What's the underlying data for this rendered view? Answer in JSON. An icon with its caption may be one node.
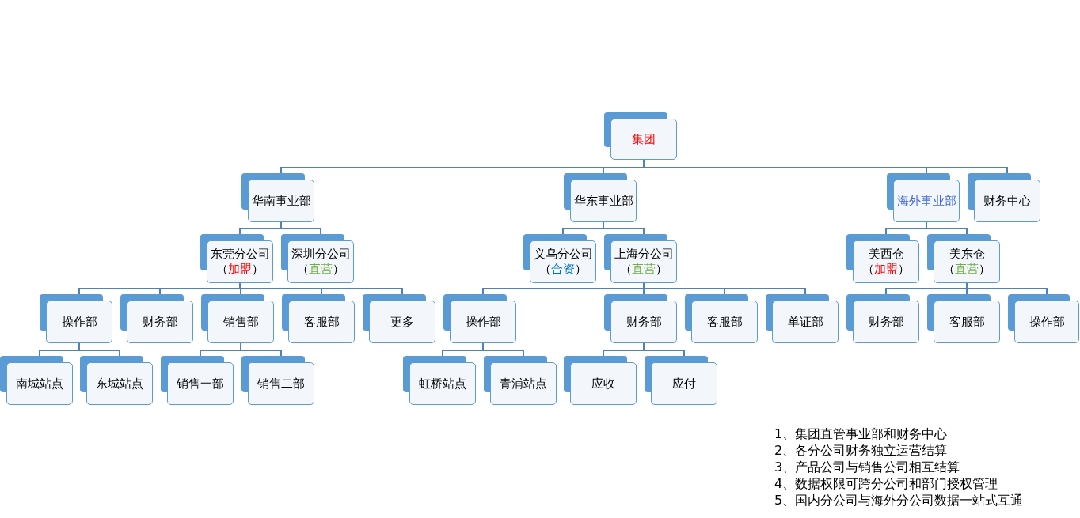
{
  "diagram": {
    "nodes": [
      {
        "text": [
          "集团"
        ]
      },
      {
        "text": [
          "华南事业部"
        ]
      },
      {
        "text": [
          "东莞分公司（",
          "加盟",
          "）"
        ]
      },
      {
        "text": [
          "深圳分公司（",
          "直营",
          "）"
        ]
      },
      {
        "text": [
          "操作部"
        ]
      },
      {
        "text": [
          "财务部"
        ]
      },
      {
        "text": [
          "销售部"
        ]
      },
      {
        "text": [
          "客服部"
        ]
      },
      {
        "text": [
          "更多"
        ]
      },
      {
        "text": [
          "南城站点"
        ]
      },
      {
        "text": [
          "东城站点"
        ]
      },
      {
        "text": [
          "销售一部"
        ]
      },
      {
        "text": [
          "销售二部"
        ]
      },
      {
        "text": [
          "华东事业部"
        ]
      },
      {
        "text": [
          "义乌分公司（",
          "合资",
          "）"
        ]
      },
      {
        "text": [
          "上海分公司（",
          "直营",
          "）"
        ]
      },
      {
        "text": [
          "操作部"
        ]
      },
      {
        "text": [
          "财务部"
        ]
      },
      {
        "text": [
          "客服部"
        ]
      },
      {
        "text": [
          "单证部"
        ]
      },
      {
        "text": [
          "虹桥站点"
        ]
      },
      {
        "text": [
          "青浦站点"
        ]
      },
      {
        "text": [
          "应收"
        ]
      },
      {
        "text": [
          "应付"
        ]
      },
      {
        "text": [
          "海外事业部"
        ]
      },
      {
        "text": [
          "财务中心"
        ]
      },
      {
        "text": [
          "美西仓",
          "（",
          "加盟",
          "）"
        ]
      },
      {
        "text": [
          "美东仓",
          "（",
          "直营",
          "）"
        ]
      },
      {
        "text": [
          "财务部"
        ]
      },
      {
        "text": [
          "客服部"
        ]
      },
      {
        "text": [
          "操作部"
        ]
      }
    ],
    "edges": [
      {
        "from": 0,
        "to": 1,
        "arrow": "none"
      },
      {
        "from": 0,
        "to": 13,
        "arrow": "none"
      },
      {
        "from": 0,
        "to": 24,
        "arrow": "none"
      },
      {
        "from": 0,
        "to": 25,
        "arrow": "none"
      },
      {
        "from": 1,
        "to": 2,
        "arrow": "none"
      },
      {
        "from": 1,
        "to": 3,
        "arrow": "none"
      },
      {
        "from": 2,
        "to": 4,
        "arrow": "none"
      },
      {
        "from": 2,
        "to": 5,
        "arrow": "none"
      },
      {
        "from": 2,
        "to": 6,
        "arrow": "none"
      },
      {
        "from": 2,
        "to": 7,
        "arrow": "none"
      },
      {
        "from": 2,
        "to": 8,
        "arrow": "none"
      },
      {
        "from": 4,
        "to": 9,
        "arrow": "none"
      },
      {
        "from": 4,
        "to": 10,
        "arrow": "none"
      },
      {
        "from": 6,
        "to": 11,
        "arrow": "none"
      },
      {
        "from": 6,
        "to": 12,
        "arrow": "none"
      },
      {
        "from": 13,
        "to": 14,
        "arrow": "none"
      },
      {
        "from": 13,
        "to": 15,
        "arrow": "none"
      },
      {
        "from": 15,
        "to": 16,
        "arrow": "none"
      },
      {
        "from": 15,
        "to": 17,
        "arrow": "none"
      },
      {
        "from": 15,
        "to": 18,
        "arrow": "none"
      },
      {
        "from": 15,
        "to": 19,
        "arrow": "none"
      },
      {
        "from": 16,
        "to": 20,
        "arrow": "none"
      },
      {
        "from": 16,
        "to": 21,
        "arrow": "none"
      },
      {
        "from": 17,
        "to": 22,
        "arrow": "none"
      },
      {
        "from": 17,
        "to": 23,
        "arrow": "none"
      },
      {
        "from": 24,
        "to": 26,
        "arrow": "none"
      },
      {
        "from": 24,
        "to": 27,
        "arrow": "none"
      },
      {
        "from": 27,
        "to": 28,
        "arrow": "none"
      },
      {
        "from": 27,
        "to": 29,
        "arrow": "none"
      },
      {
        "from": 27,
        "to": 30,
        "arrow": "none"
      }
    ],
    "labels": [
      "1、集团直管事业部和财务中心",
      "2、各分公司财务独立运营结算",
      "3、产品公司与销售公司相互结算",
      "4、数据权限可跨分公司和部门授权管理",
      "5、国内分公司与海外分公司数据一站式互通"
    ]
  }
}
